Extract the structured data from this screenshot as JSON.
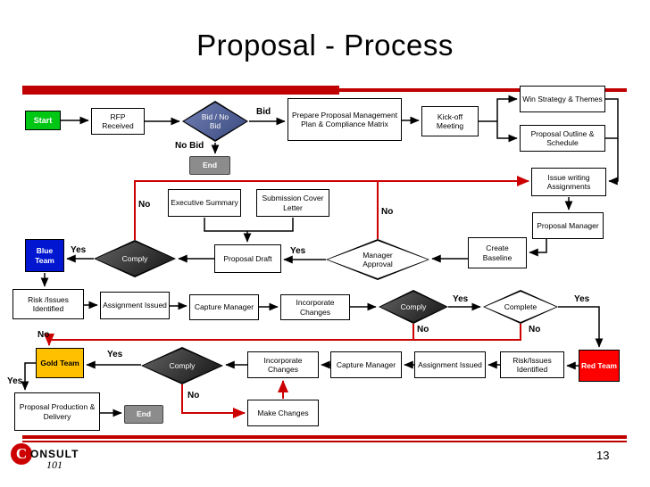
{
  "slide": {
    "title": "Proposal - Process",
    "page_number": "13"
  },
  "logo": {
    "c": "C",
    "rest": "ONSULT",
    "sub": "101"
  },
  "colors": {
    "accent_red": "#c00000",
    "start_green": "#00c614",
    "blue_team": "#0016d0",
    "gold_team": "#ffc000",
    "red_team": "#fe0000",
    "end_gray": "#8c8c8c",
    "decision_dark": "#2b2b2b",
    "decision_navy": "#4d5c92",
    "feedback_line_red": "#cc0000"
  },
  "nodes": {
    "start": {
      "label": "Start"
    },
    "rfp_received": {
      "label": "RFP Received"
    },
    "bid_no_bid": {
      "label": "Bid / No Bid"
    },
    "prepare_plan": {
      "label": "Prepare Proposal Management Plan & Compliance Matrix"
    },
    "kickoff": {
      "label": "Kick-off Meeting"
    },
    "win_strategy": {
      "label": "Win Strategy & Themes"
    },
    "proposal_outline": {
      "label": "Proposal Outline & Schedule"
    },
    "end_1": {
      "label": "End"
    },
    "issue_writing": {
      "label": "Issue writing Assignments"
    },
    "exec_summary": {
      "label": "Executive Summary"
    },
    "cover_letter": {
      "label": "Submission Cover Letter"
    },
    "proposal_manager": {
      "label": "Proposal Manager"
    },
    "blue_team": {
      "label": "Blue Team"
    },
    "comply_1": {
      "label": "Comply"
    },
    "proposal_draft": {
      "label": "Proposal Draft"
    },
    "manager_approval": {
      "label": "Manager Approval"
    },
    "create_baseline": {
      "label": "Create Baseline"
    },
    "risk_issues_1": {
      "label": "Risk /Issues Identified"
    },
    "assignment_issued_1": {
      "label": "Assignment Issued"
    },
    "capture_manager_1": {
      "label": "Capture Manager"
    },
    "incorporate_changes_1": {
      "label": "Incorporate Changes"
    },
    "comply_2": {
      "label": "Comply"
    },
    "complete": {
      "label": "Complete"
    },
    "gold_team": {
      "label": "Gold Team"
    },
    "comply_3": {
      "label": "Comply"
    },
    "incorporate_changes_2": {
      "label": "Incorporate Changes"
    },
    "capture_manager_2": {
      "label": "Capture Manager"
    },
    "assignment_issued_2": {
      "label": "Assignment Issued"
    },
    "risk_issues_2": {
      "label": "Risk/Issues Identified"
    },
    "red_team": {
      "label": "Red Team"
    },
    "production_delivery": {
      "label": "Proposal Production & Delivery"
    },
    "end_2": {
      "label": "End"
    },
    "make_changes": {
      "label": "Make Changes"
    }
  },
  "edge_labels": {
    "bid": "Bid",
    "no_bid": "No Bid",
    "yes": "Yes",
    "no": "No"
  }
}
